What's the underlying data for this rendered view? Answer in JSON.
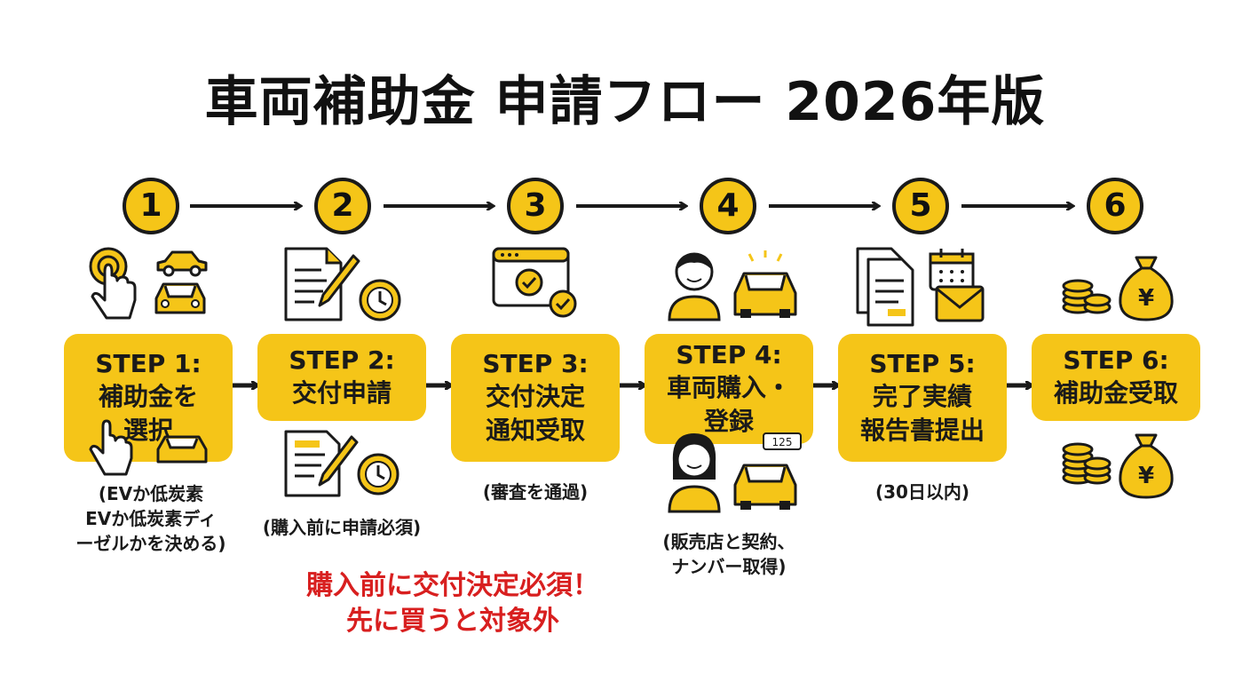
{
  "title": "車両補助金 申請フロー 2026年版",
  "steps": [
    {
      "number": "1",
      "label": "STEP 1:",
      "name_lines": [
        "補助金を",
        "選択"
      ],
      "note_lines": [
        "(EVか低炭素",
        "EVか低炭素ディ",
        "ーゼルかを決める)"
      ]
    },
    {
      "number": "2",
      "label": "STEP 2:",
      "name_lines": [
        "交付申請"
      ],
      "note_lines": [
        "(購入前に申請必須)"
      ]
    },
    {
      "number": "3",
      "label": "STEP 3:",
      "name_lines": [
        "交付決定",
        "通知受取"
      ],
      "note_lines": [
        "(審査を通過)"
      ]
    },
    {
      "number": "4",
      "label": "STEP 4:",
      "name_lines": [
        "車両購入・",
        "登録"
      ],
      "note_lines": [
        "(販売店と契約、",
        "ナンバー取得)"
      ]
    },
    {
      "number": "5",
      "label": "STEP 5:",
      "name_lines": [
        "完了実績",
        "報告書提出"
      ],
      "note_lines": [
        "(30日以内)"
      ]
    },
    {
      "number": "6",
      "label": "STEP 6:",
      "name_lines": [
        "補助金受取"
      ],
      "note_lines": []
    }
  ],
  "plate_text": "125",
  "yen_symbol": "¥",
  "warning_lines": [
    "購入前に交付決定必須！",
    "先に買うと対象外"
  ],
  "colors": {
    "accent": "#f5c518",
    "ink": "#1a1a1a",
    "warning": "#d81f1f"
  }
}
